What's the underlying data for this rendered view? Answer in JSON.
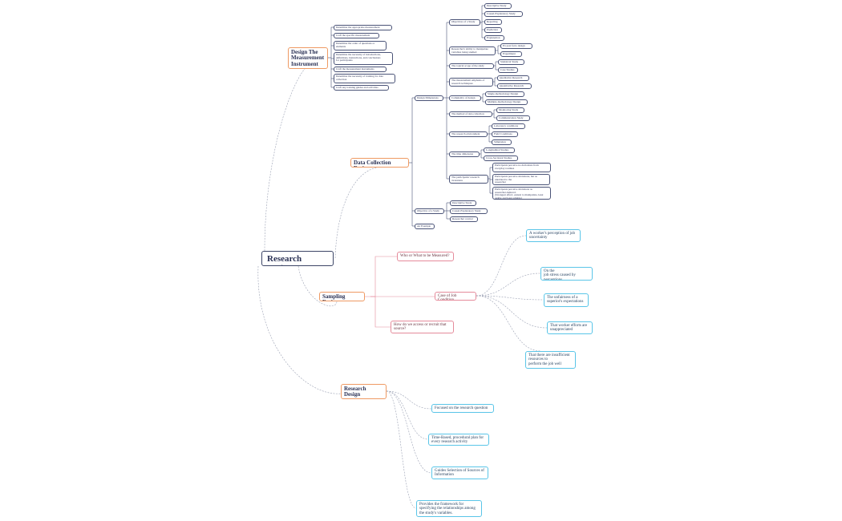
{
  "root": "Research Design",
  "measurement": {
    "title": "Design The\nMeasurement\nInstrument",
    "steps": [
      "Determine the appropriate measurement",
      "Craft the specific measurement",
      "Determine the order of questions or\nelements",
      "Determine the necessity of introductions,\ndefinitions, instructions, and conclusions\nfor participants",
      "Craft the measurement instruments",
      "Determine the necessity of training for data\ncollection",
      "Craft any training guides and activities"
    ]
  },
  "data_collection": {
    "title": "Data Collection Design",
    "design_dimensions": "Design Dimensions",
    "objectives_a": "Objectives of a Study",
    "objectives_a_items": [
      "Descriptive Study",
      "Causal-Explanatory Study",
      "Reporting",
      "Prediction",
      "Explanation"
    ],
    "manipulate": "Researcher's ability to manipulate\nvariables being studied",
    "manipulate_items": [
      "Ex post facto design",
      "Experiment"
    ],
    "topical": "The topical scope of the study",
    "topical_items": [
      "Statistical Study",
      "Case Studies"
    ],
    "emphasis": "The measurement emphasis of\nresearch techniques",
    "emphasis_items": [
      "Qualitative Research",
      "Quantitative Research"
    ],
    "complexity": "Complexity of design",
    "complexity_items": [
      "Single-methodology Design",
      "Multiple-methodology Design"
    ],
    "collection": "The method of data collection",
    "collection_items": [
      "Monitoring Study",
      "Communication Study"
    ],
    "environment": "The research environment",
    "environment_items": [
      "Laboratory conditions",
      "Field Conditions",
      "Simulation"
    ],
    "time": "The time dimension",
    "time_items": [
      "Longitudinal Studies",
      "Cross-Sectional Studies"
    ],
    "awareness": "The participants' research\nawareness",
    "awareness_items": [
      "Participants perceive no deviations from\neveryday routines",
      "Participants perceive deviations, but as\nunrelated to the\nresearcher",
      "Participants perceive deviations as\nresearcher-induced.\n(Strongest effect, easiest to manipulate, least\nusable and least reliable)"
    ],
    "objectives_b": "Objective of a Study",
    "objectives_b_items": [
      "Descriptive Study",
      "Causal-Explanatory Study",
      "Researcher control"
    ],
    "example": "An Example"
  },
  "sampling": {
    "title": "Sampling Design",
    "who": "Who or What to be Measured?",
    "how": "How do we access or recruit that\nsource?",
    "case": "Case of Job Condition",
    "case_items": [
      "A worker's perception of job\nuncertainty",
      "On the\njob stress caused by\nperceptions",
      "The unfairness of a\nsuperior's expectations",
      "That worker efforts are\nunappreciated",
      "That there are insufficient\nresources to\nperform the job well"
    ]
  },
  "properties": {
    "title": "Research Design\nProperties",
    "items": [
      "Focused on the research question",
      "Time-Based, procedural plan for\nevery research activity",
      "Guides Selection of Sources of\nInformation",
      "Provides the framework for\nspecifying the relationships among\nthe study's variables."
    ]
  },
  "colors": {
    "root": "#3c4566",
    "main": "#ef9a63",
    "sub": "#e58b9b",
    "blue": "#5ac5e8",
    "nav": "#4a5377"
  }
}
